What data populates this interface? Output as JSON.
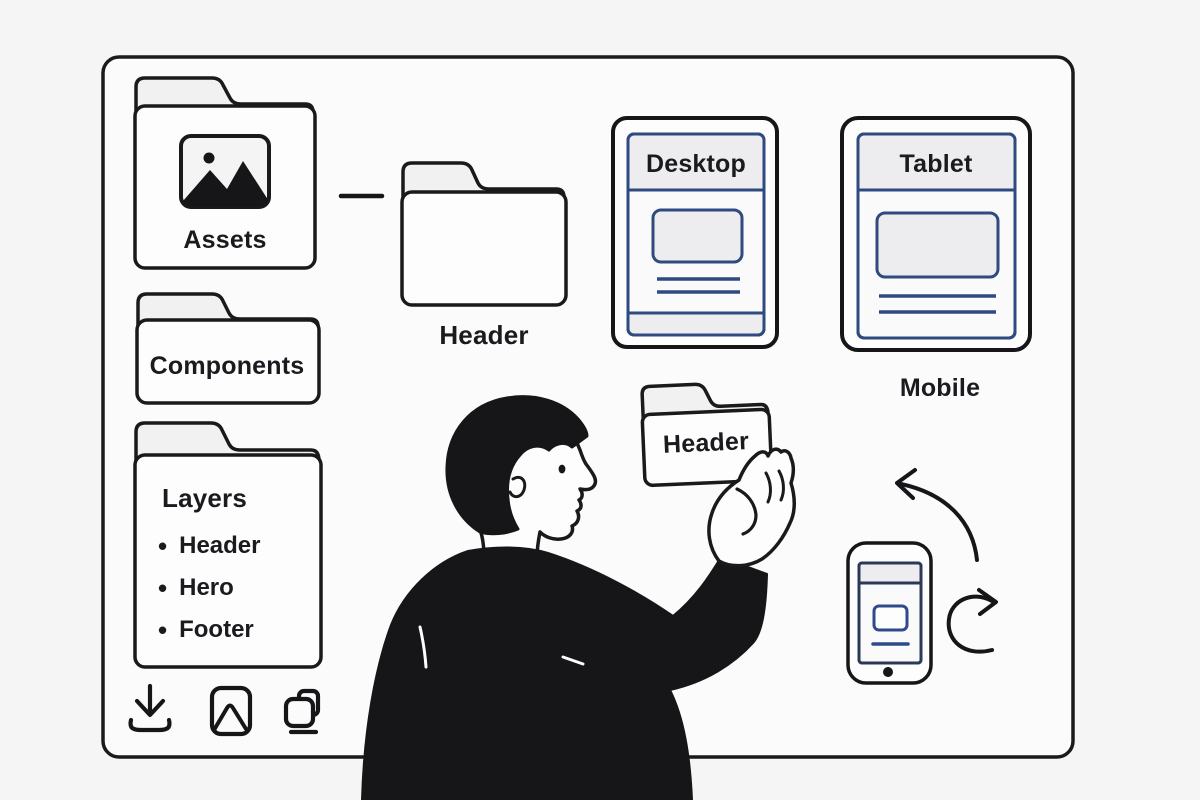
{
  "colors": {
    "background": "#f5f5f6",
    "board_fill": "#fbfbfb",
    "ink": "#161618",
    "accent_navy": "#2e4a80",
    "panel_fill": "#ededef"
  },
  "folders": {
    "assets": {
      "label": "Assets"
    },
    "components": {
      "label": "Components"
    },
    "layers": {
      "title": "Layers",
      "bullet": "•",
      "items": [
        "Header",
        "Hero",
        "Footer"
      ]
    },
    "header_library": {
      "label": "Header"
    },
    "header_held": {
      "label": "Header"
    }
  },
  "devices": {
    "desktop": {
      "label": "Desktop"
    },
    "tablet": {
      "label": "Tablet"
    },
    "mobile": {
      "label": "Mobile"
    }
  },
  "toolbar": {
    "icons": [
      "download-icon",
      "image-icon",
      "copy-icon"
    ]
  }
}
